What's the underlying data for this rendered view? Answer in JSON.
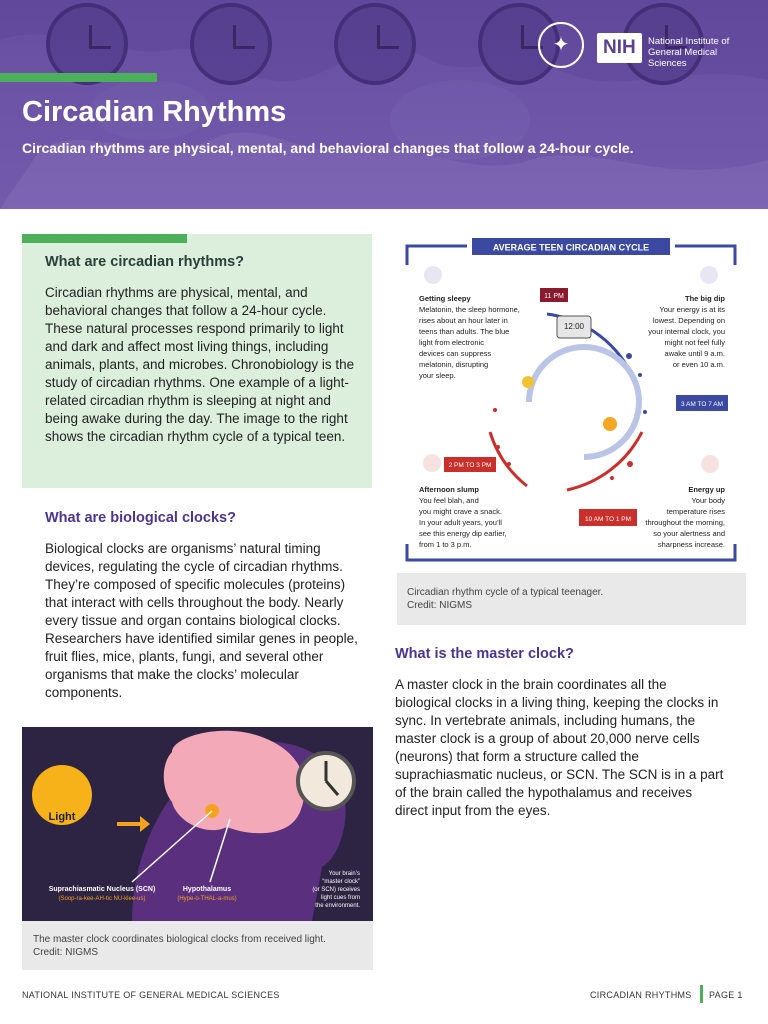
{
  "header": {
    "title": "Circadian Rhythms",
    "subtitle": "Circadian rhythms are physical, mental, and behavioral changes that follow a 24-hour cycle.",
    "nih_badge": "NIH",
    "nih_name": "National Institute of General Medical Sciences"
  },
  "section1": {
    "heading": "What are circadian rhythms?",
    "body": "Circadian rhythms are physical, mental, and behavioral changes that follow a 24-hour cycle. These natural processes respond primarily to light and dark and affect most living things, including animals, plants, and microbes. Chronobiology is the study of circadian rhythms. One example of a light-related circadian rhythm is sleeping at night and being awake during the day. The image to the right shows the circadian rhythm cycle of a typical teen."
  },
  "section2": {
    "heading": "What are biological clocks?",
    "body": "Biological clocks are organisms’ natural timing devices, regulating the cycle of circadian rhythms. They’re composed of specific molecules (proteins) that interact with cells throughout the body. Nearly every tissue and organ contains biological clocks. Researchers have identified similar genes in people, fruit flies, mice, plants, fungi, and several other organisms that make the clocks’ molecular components."
  },
  "section3": {
    "heading": "What is the master clock?",
    "body": "A master clock in the brain coordinates all the biological clocks in a living thing, keeping the clocks in sync. In vertebrate animals, including humans, the master clock is a group of about 20,000 nerve cells (neurons) that form a structure called the suprachiasmatic nucleus, or SCN. The SCN is in a part of the brain called the hypothalamus and receives direct input from the eyes."
  },
  "cycle_figure": {
    "title": "AVERAGE TEEN CIRCADIAN CYCLE",
    "clock_display": "12:00",
    "getting_sleepy": {
      "heading": "Getting sleepy",
      "lines": [
        "Melatonin, the sleep hormone,",
        "rises about an hour later in",
        "teens than adults. The blue",
        "light from electronic",
        "devices can suppress",
        "melatonin, disrupting",
        "your sleep."
      ],
      "time": "11 PM"
    },
    "big_dip": {
      "heading": "The big dip",
      "lines": [
        "Your energy is at its",
        "lowest. Depending on",
        "your internal clock, you",
        "might not feel fully",
        "awake until 9 a.m.",
        "or even 10 a.m."
      ],
      "time": "3 AM TO 7 AM"
    },
    "afternoon_slump": {
      "heading": "Afternoon slump",
      "lines": [
        "You feel blah, and",
        "you might crave a snack.",
        "In your adult years, you’ll",
        "see this energy dip earlier,",
        "from 1 to 3 p.m."
      ],
      "time": "2 PM TO 3 PM"
    },
    "energy_up": {
      "heading": "Energy up",
      "lines": [
        "Your body",
        "temperature rises",
        "throughout the morning,",
        "so your alertness and",
        "sharpness increase."
      ],
      "time": "10 AM TO 1 PM"
    },
    "caption_lines": [
      "Circadian rhythm cycle of a typical teenager.",
      "Credit: NIGMS"
    ]
  },
  "brain_figure": {
    "light_label": "Light",
    "scn_label": "Suprachiasmatic Nucleus (SCN)",
    "scn_pron": "(Soop-ra-kee-AH-tic NU-klee-us)",
    "hypo_label": "Hypothalamus",
    "hypo_pron": "(Hype-o-THAL-a-mus)",
    "note_lines": [
      "Your brain’s",
      "“master clock”",
      "(or SCN) receives",
      "light cues from",
      "the environment."
    ],
    "caption_lines": [
      "The master clock coordinates biological clocks from received light.",
      "Credit: NIGMS"
    ]
  },
  "footer": {
    "left": "NATIONAL INSTITUTE OF GENERAL MEDICAL SCIENCES",
    "right": "CIRCADIAN RHYTHMS",
    "page": "PAGE 1"
  },
  "colors": {
    "header_purple": "#6b51a3",
    "accent_green": "#4caf5a",
    "heading_purple": "#4a3590",
    "box_green": "#dcefdc",
    "cycle_blue": "#3b4aa0",
    "cycle_red": "#c9302c"
  }
}
